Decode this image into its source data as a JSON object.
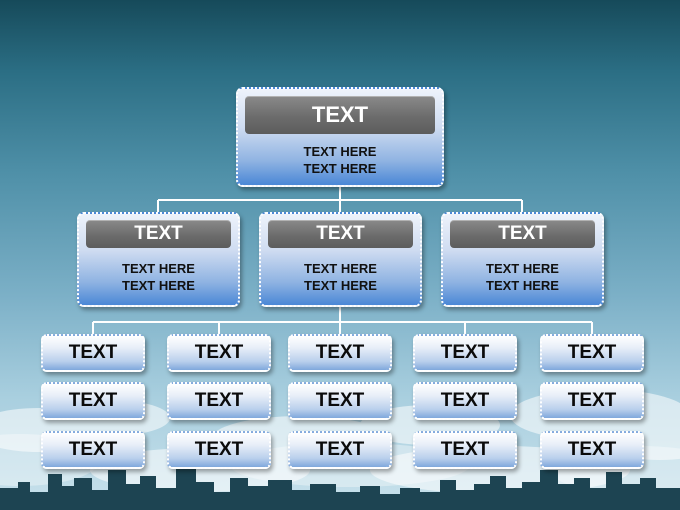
{
  "root": {
    "title": "TEXT",
    "lines": [
      "TEXT HERE",
      "TEXT HERE"
    ]
  },
  "level2": [
    {
      "title": "TEXT",
      "lines": [
        "TEXT HERE",
        "TEXT HERE"
      ]
    },
    {
      "title": "TEXT",
      "lines": [
        "TEXT HERE",
        "TEXT HERE"
      ]
    },
    {
      "title": "TEXT",
      "lines": [
        "TEXT HERE",
        "TEXT HERE"
      ]
    }
  ],
  "level3": [
    [
      "TEXT",
      "TEXT",
      "TEXT"
    ],
    [
      "TEXT",
      "TEXT",
      "TEXT"
    ],
    [
      "TEXT",
      "TEXT",
      "TEXT"
    ],
    [
      "TEXT",
      "TEXT",
      "TEXT"
    ],
    [
      "TEXT",
      "TEXT",
      "TEXT"
    ]
  ],
  "colors": {
    "card_gradient_bottom": "#4a87d6",
    "header_gray": "#6c6c6c",
    "connector": "#ffffff",
    "skyline": "#1d4452"
  }
}
